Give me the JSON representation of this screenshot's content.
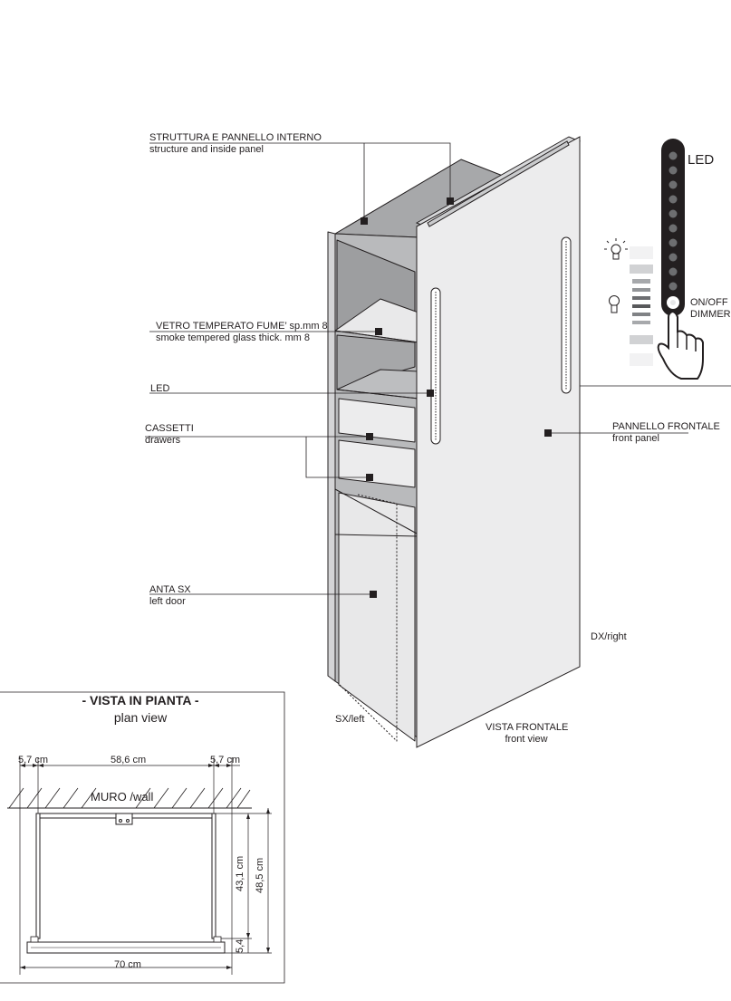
{
  "labels": {
    "struttura": {
      "it": "STRUTTURA E PANNELLO INTERNO",
      "en": "structure and inside panel"
    },
    "vetro": {
      "it": "VETRO TEMPERATO FUME’ sp.mm 8",
      "en": "smoke tempered glass thick. mm 8"
    },
    "led": {
      "it": "LED"
    },
    "cassetti": {
      "it": "CASSETTI",
      "en": "drawers"
    },
    "anta": {
      "it": "ANTA SX",
      "en": "left door"
    },
    "pannello": {
      "it": "PANNELLO FRONTALE",
      "en": "front panel"
    },
    "dx": "DX/right",
    "sx": "SX/left",
    "vista_frontale": {
      "it": "VISTA FRONTALE",
      "en": "front view"
    }
  },
  "led_panel": {
    "title": "LED",
    "button_label_1": "ON/OFF",
    "button_label_2": "DIMMER"
  },
  "plan_view": {
    "title": "- VISTA IN PIANTA -",
    "subtitle": "plan view",
    "wall_label": "MURO /wall",
    "dim_left": "5,7 cm",
    "dim_center": "58,6 cm",
    "dim_right": "5,7 cm",
    "dim_width": "70 cm",
    "dim_depth_inner": "43,1 cm",
    "dim_depth_total": "48,5 cm",
    "dim_depth_front": "5,4"
  }
}
